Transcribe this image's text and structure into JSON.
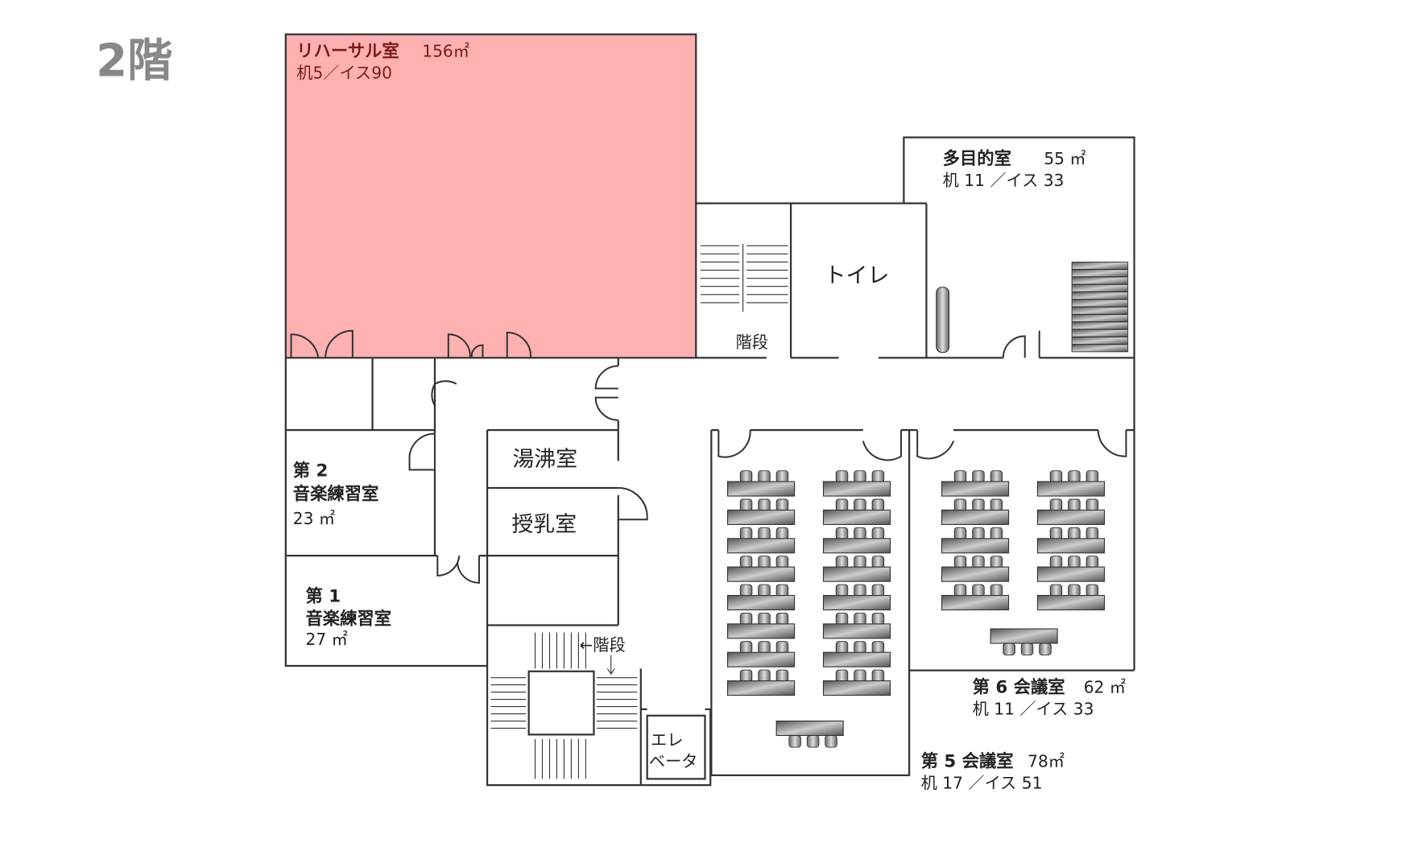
{
  "floor_title": "2階",
  "colors": {
    "highlight": "#ffb0b0",
    "highlight_text": "#7a1a1a",
    "title": "#888888",
    "wall": "#333333"
  },
  "rooms": {
    "rehearsal": {
      "name": "リハーサル室",
      "area": "156㎡",
      "capacity": "机5／イス90"
    },
    "multipurpose": {
      "name": "多目的室",
      "area": "55 ㎡",
      "capacity": "机 11 ／イス 33"
    },
    "toilet": {
      "name": "トイレ"
    },
    "stairs_top": {
      "name": "階段"
    },
    "music2": {
      "line1": "第 2",
      "line2": "音楽練習室",
      "area": "23 ㎡"
    },
    "music1": {
      "line1": "第 1",
      "line2": "音楽練習室",
      "area": "27 ㎡"
    },
    "kitchenette": {
      "name": "湯沸室"
    },
    "nursing": {
      "name": "授乳室"
    },
    "stairs_bottom": {
      "name": "←階段"
    },
    "elevator": {
      "line1": "エレ",
      "line2": "ベータ"
    },
    "conf6": {
      "name": "第 6 会議室",
      "area": "62 ㎡",
      "capacity": "机 11 ／イス 33"
    },
    "conf5": {
      "name": "第 5 会議室",
      "area": "78㎡",
      "capacity": "机 17 ／イス 51"
    }
  }
}
